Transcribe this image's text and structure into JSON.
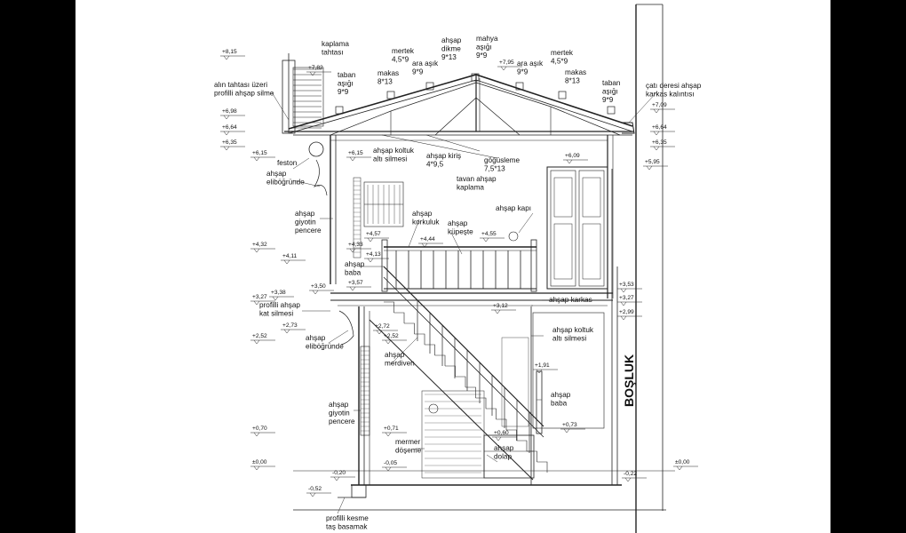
{
  "drawing": {
    "vertical_label": "BOŞLUK",
    "levels": [
      {
        "id": "l815",
        "text": "+8,15"
      },
      {
        "id": "l782",
        "text": "+7,82"
      },
      {
        "id": "l795",
        "text": "+7,95"
      },
      {
        "id": "l709",
        "text": "+7,09"
      },
      {
        "id": "l698",
        "text": "+6,98"
      },
      {
        "id": "l664a",
        "text": "+6,64"
      },
      {
        "id": "l664b",
        "text": "+6,64"
      },
      {
        "id": "l635a",
        "text": "+6,35"
      },
      {
        "id": "l635b",
        "text": "+6,35"
      },
      {
        "id": "l615a",
        "text": "+6,15"
      },
      {
        "id": "l615b",
        "text": "+6,15"
      },
      {
        "id": "l609",
        "text": "+6,09"
      },
      {
        "id": "l595",
        "text": "+5,95"
      },
      {
        "id": "l457",
        "text": "+4,57"
      },
      {
        "id": "l444",
        "text": "+4,44"
      },
      {
        "id": "l455",
        "text": "+4,55"
      },
      {
        "id": "l432",
        "text": "+4,32"
      },
      {
        "id": "l433",
        "text": "+4,33"
      },
      {
        "id": "l411",
        "text": "+4,11"
      },
      {
        "id": "l413",
        "text": "+4,13"
      },
      {
        "id": "l357",
        "text": "+3,57"
      },
      {
        "id": "l353",
        "text": "+3,53"
      },
      {
        "id": "l350",
        "text": "+3,50"
      },
      {
        "id": "l338",
        "text": "+3,38"
      },
      {
        "id": "l327a",
        "text": "+3,27"
      },
      {
        "id": "l327b",
        "text": "+3,27"
      },
      {
        "id": "l312",
        "text": "+3,12"
      },
      {
        "id": "l299",
        "text": "+2,99"
      },
      {
        "id": "l273",
        "text": "+2,73"
      },
      {
        "id": "l272",
        "text": "+2,72"
      },
      {
        "id": "l252a",
        "text": "+2,52"
      },
      {
        "id": "l252b",
        "text": "+2,52"
      },
      {
        "id": "l191",
        "text": "+1,91"
      },
      {
        "id": "l073",
        "text": "+0,73"
      },
      {
        "id": "l070",
        "text": "+0,70"
      },
      {
        "id": "l071",
        "text": "+0,71"
      },
      {
        "id": "l060",
        "text": "+0,60"
      },
      {
        "id": "l000a",
        "text": "±0,00"
      },
      {
        "id": "l000b",
        "text": "±0,00"
      },
      {
        "id": "l020",
        "text": "-0,20"
      },
      {
        "id": "l005",
        "text": "-0,05"
      },
      {
        "id": "l022",
        "text": "-0,22"
      },
      {
        "id": "l052",
        "text": "-0,52"
      }
    ],
    "annotations": [
      {
        "id": "kaplama",
        "lines": [
          "kaplama",
          "tahtası"
        ]
      },
      {
        "id": "mertek1",
        "lines": [
          "mertek",
          "4,5*9"
        ]
      },
      {
        "id": "arasik1",
        "lines": [
          "ara aşık",
          "9*9"
        ]
      },
      {
        "id": "dikme",
        "lines": [
          "ahşap",
          "dikme",
          "9*13"
        ]
      },
      {
        "id": "mahya",
        "lines": [
          "mahya",
          "aşığı",
          "9*9"
        ]
      },
      {
        "id": "arasik2",
        "lines": [
          "ara aşık",
          "9*9"
        ]
      },
      {
        "id": "mertek2",
        "lines": [
          "mertek",
          "4,5*9"
        ]
      },
      {
        "id": "taban1",
        "lines": [
          "taban",
          "aşığı",
          "9*9"
        ]
      },
      {
        "id": "makas1",
        "lines": [
          "makas",
          "8*13"
        ]
      },
      {
        "id": "makas2",
        "lines": [
          "makas",
          "8*13"
        ]
      },
      {
        "id": "taban2",
        "lines": [
          "taban",
          "aşığı",
          "9*9"
        ]
      },
      {
        "id": "alin",
        "lines": [
          "alın tahtası üzeri",
          "profilli ahşap silme"
        ]
      },
      {
        "id": "catideresi",
        "lines": [
          "çatı deresi ahşap",
          "karkas kalıntısı"
        ]
      },
      {
        "id": "koltuk1",
        "lines": [
          "ahşap koltuk",
          "altı silmesi"
        ]
      },
      {
        "id": "kiris",
        "lines": [
          "ahşap kiriş",
          "4*9,5"
        ]
      },
      {
        "id": "gogus",
        "lines": [
          "göğüsleme",
          "7,5*13"
        ]
      },
      {
        "id": "tavan",
        "lines": [
          "tavan ahşap",
          "kaplama"
        ]
      },
      {
        "id": "feston",
        "lines": [
          "feston"
        ]
      },
      {
        "id": "elibog1",
        "lines": [
          "ahşap",
          "eliböğründe"
        ]
      },
      {
        "id": "giyotin1",
        "lines": [
          "ahşap",
          "giyotin",
          "pencere"
        ]
      },
      {
        "id": "korkuluk",
        "lines": [
          "ahşap",
          "korkuluk"
        ]
      },
      {
        "id": "kupeste",
        "lines": [
          "ahşap",
          "küpeşte"
        ]
      },
      {
        "id": "kapi",
        "lines": [
          "ahşap kapı"
        ]
      },
      {
        "id": "baba1",
        "lines": [
          "ahşap",
          "baba"
        ]
      },
      {
        "id": "katsilme",
        "lines": [
          "profilli ahşap",
          "kat silmesi"
        ]
      },
      {
        "id": "karkas",
        "lines": [
          "ahşap karkas"
        ]
      },
      {
        "id": "elibog2",
        "lines": [
          "ahşap",
          "eliböğründe"
        ]
      },
      {
        "id": "merdiven",
        "lines": [
          "ahşap",
          "merdiven"
        ]
      },
      {
        "id": "koltuk2",
        "lines": [
          "ahşap koltuk",
          "altı silmesi"
        ]
      },
      {
        "id": "baba2",
        "lines": [
          "ahşap",
          "baba"
        ]
      },
      {
        "id": "giyotin2",
        "lines": [
          "ahşap",
          "giyotin",
          "pencere"
        ]
      },
      {
        "id": "mermer",
        "lines": [
          "mermer",
          "döşeme"
        ]
      },
      {
        "id": "dolap",
        "lines": [
          "ahşap",
          "dolap"
        ]
      },
      {
        "id": "basamak",
        "lines": [
          "profilli kesme",
          "taş basamak"
        ]
      }
    ]
  }
}
